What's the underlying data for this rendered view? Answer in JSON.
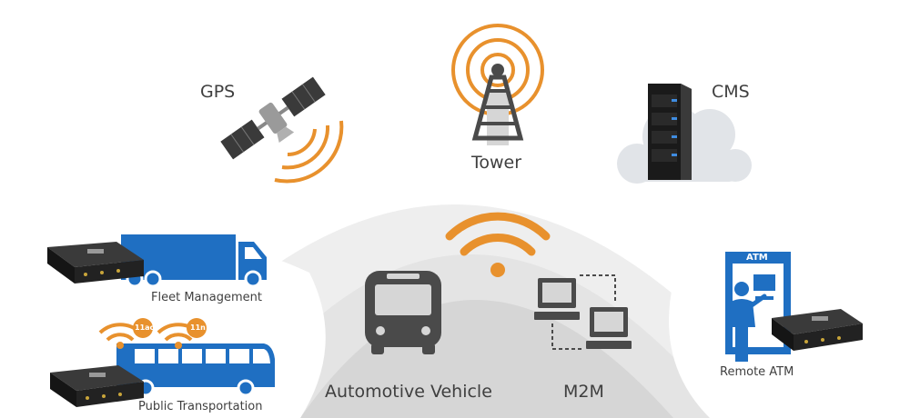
{
  "labels": {
    "gps": "GPS",
    "tower": "Tower",
    "cms": "CMS",
    "fleet": "Fleet Management",
    "public_transport": "Public Transportation",
    "automotive": "Automotive Vehicle",
    "m2m": "M2M",
    "remote_atm": "Remote ATM",
    "atm_sign": "ATM",
    "badge_11ac": "11ac",
    "badge_11n": "11n"
  },
  "colors": {
    "orange": "#E8912D",
    "blue": "#1F6FC2",
    "dark_gray": "#4A4A4A",
    "arc_outer": "#EEEEEE",
    "arc_mid": "#E2E2E2",
    "arc_inner": "#D5D5D5",
    "device_black": "#1E1E1E"
  },
  "icons": [
    "satellite-icon",
    "tower-icon",
    "server-icon",
    "cloud-icon",
    "wifi-icon",
    "bus-icon",
    "computers-icon",
    "truck-icon",
    "coach-bus-icon",
    "atm-icon",
    "router-device-icon"
  ]
}
